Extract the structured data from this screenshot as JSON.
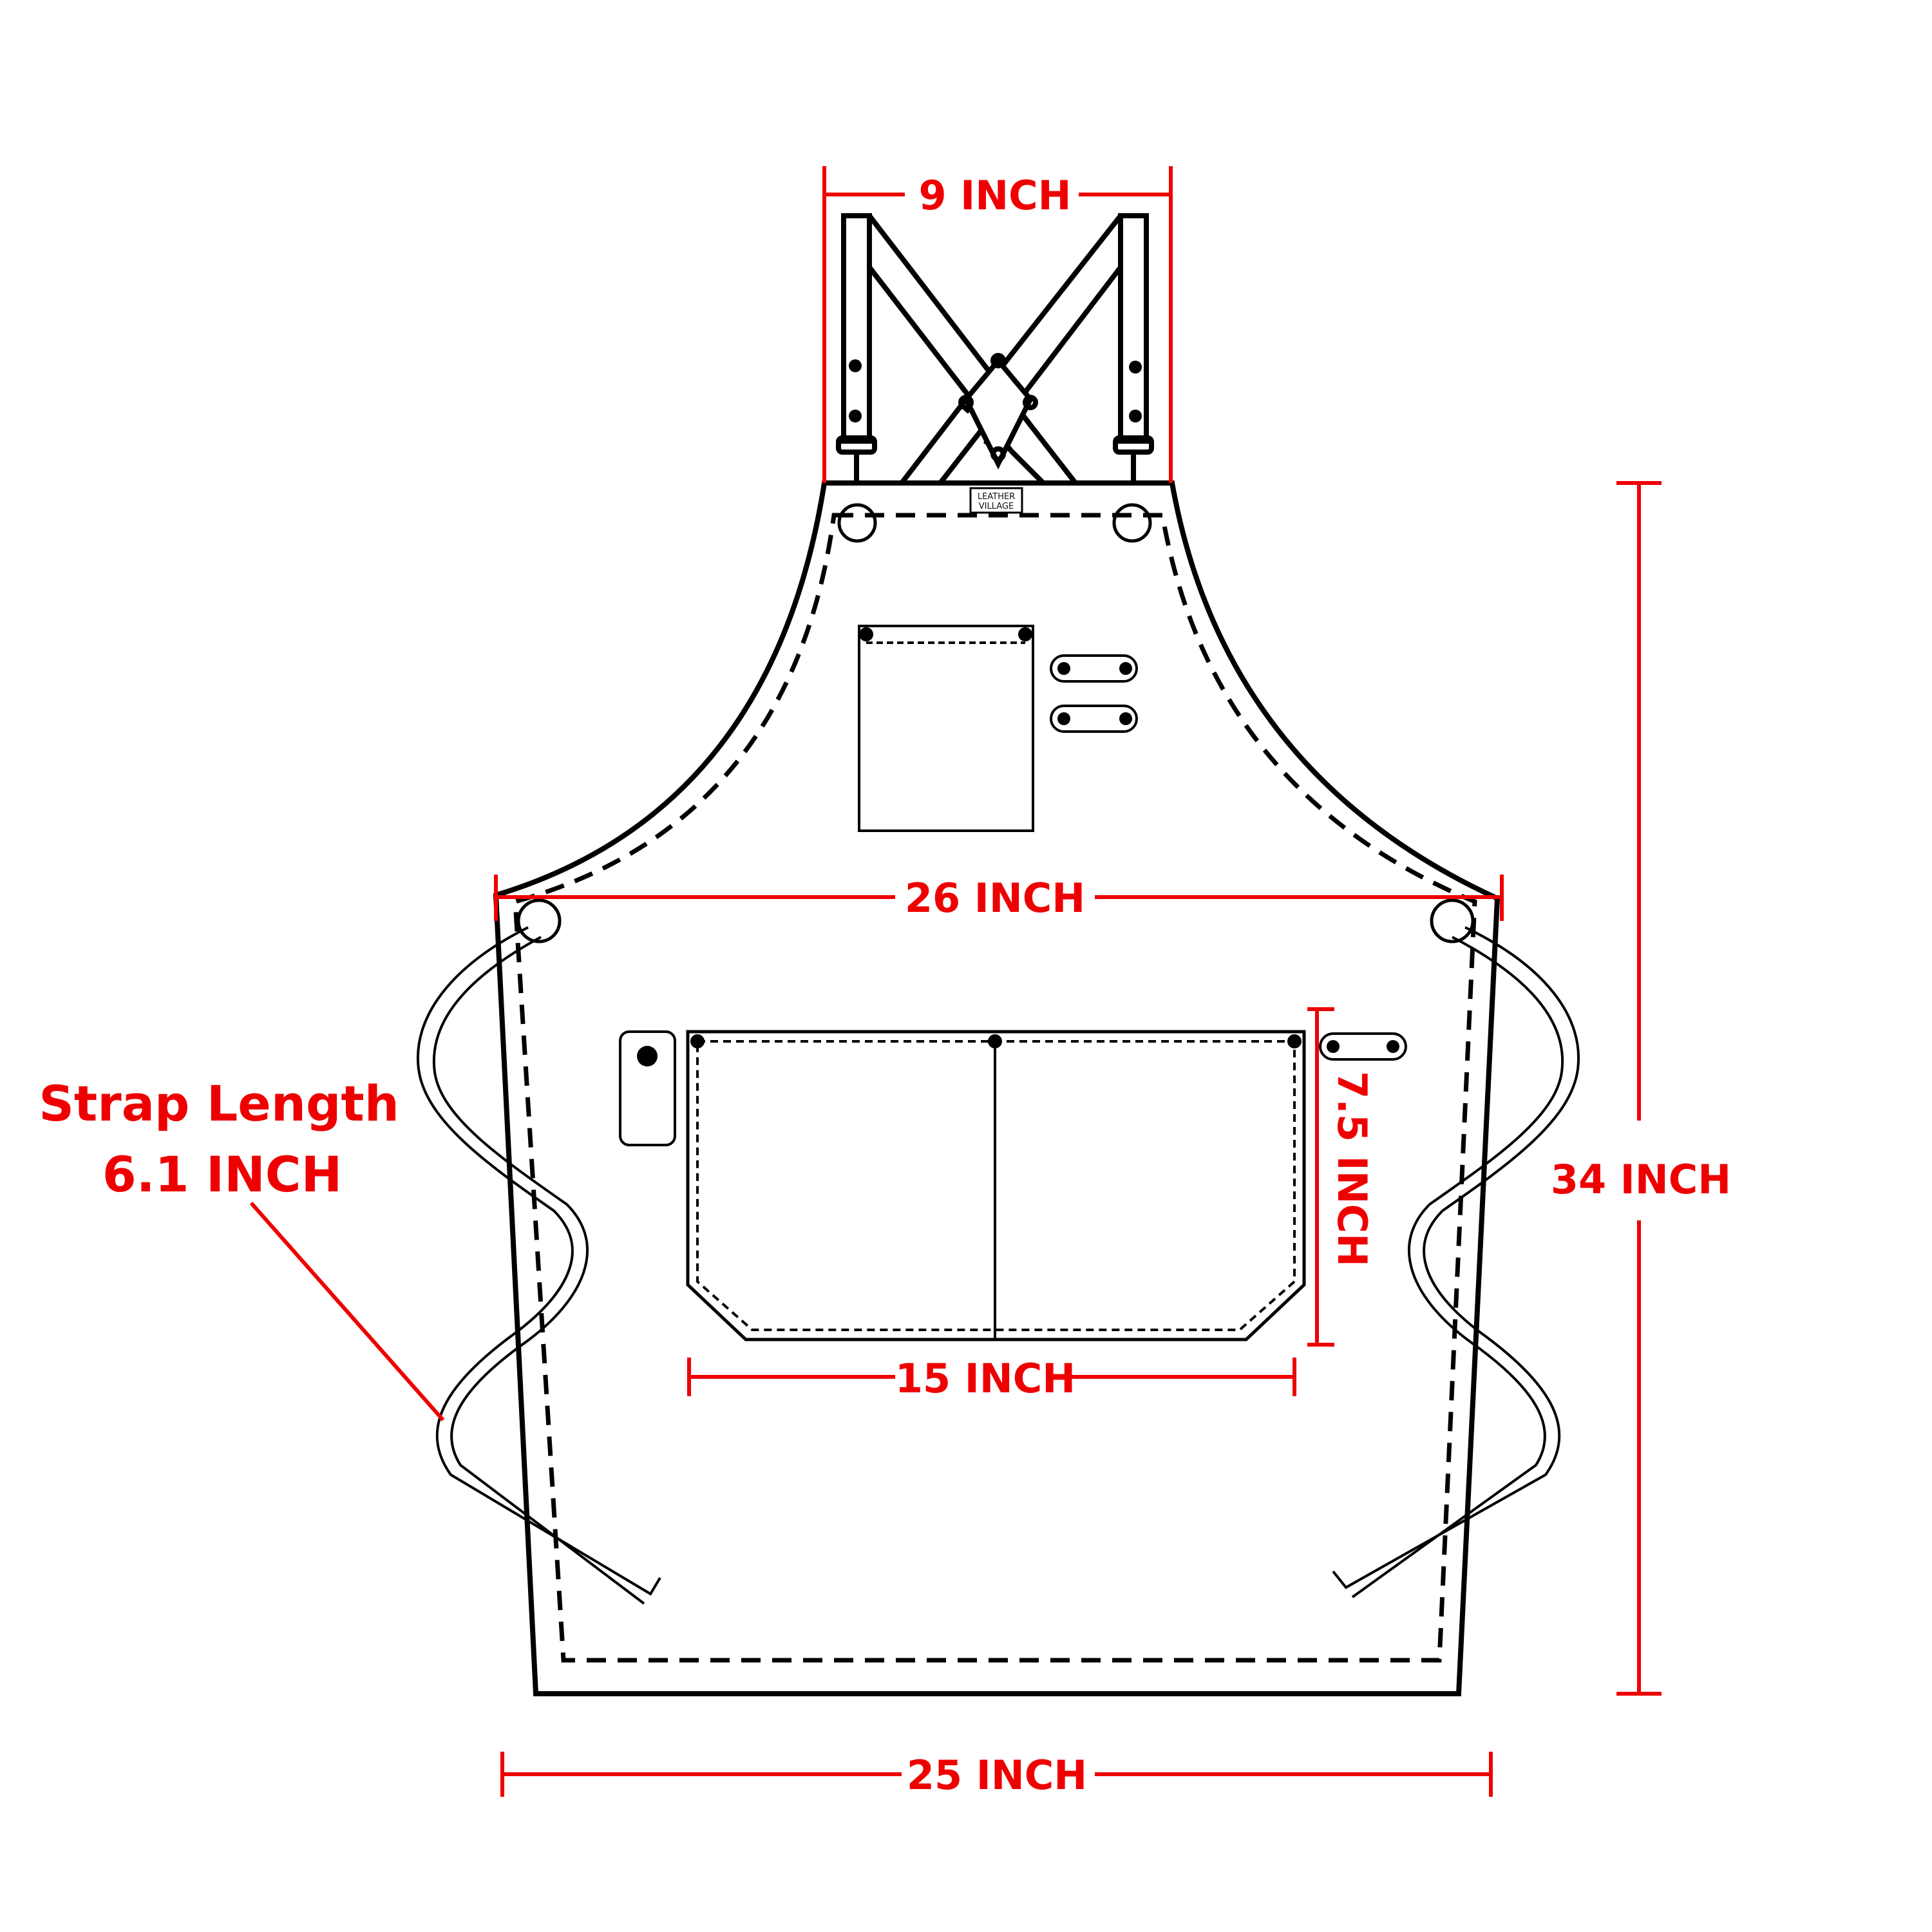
{
  "diagram": {
    "subject": "Apron with cross-back straps",
    "brand_label": {
      "line1": "LEATHER",
      "line2": "VILLAGE"
    },
    "colors": {
      "dimension": "#ee0000",
      "outline": "#000000",
      "background": "#ffffff"
    },
    "dimensions": {
      "top_width": "9 INCH",
      "chest_width": "26 INCH",
      "total_length": "34 INCH",
      "pocket_height": "7.5 INCH",
      "pocket_width": "15 INCH",
      "bottom_width": "25 INCH",
      "strap_title": "Strap Length",
      "strap_value": "6.1 INCH"
    }
  }
}
